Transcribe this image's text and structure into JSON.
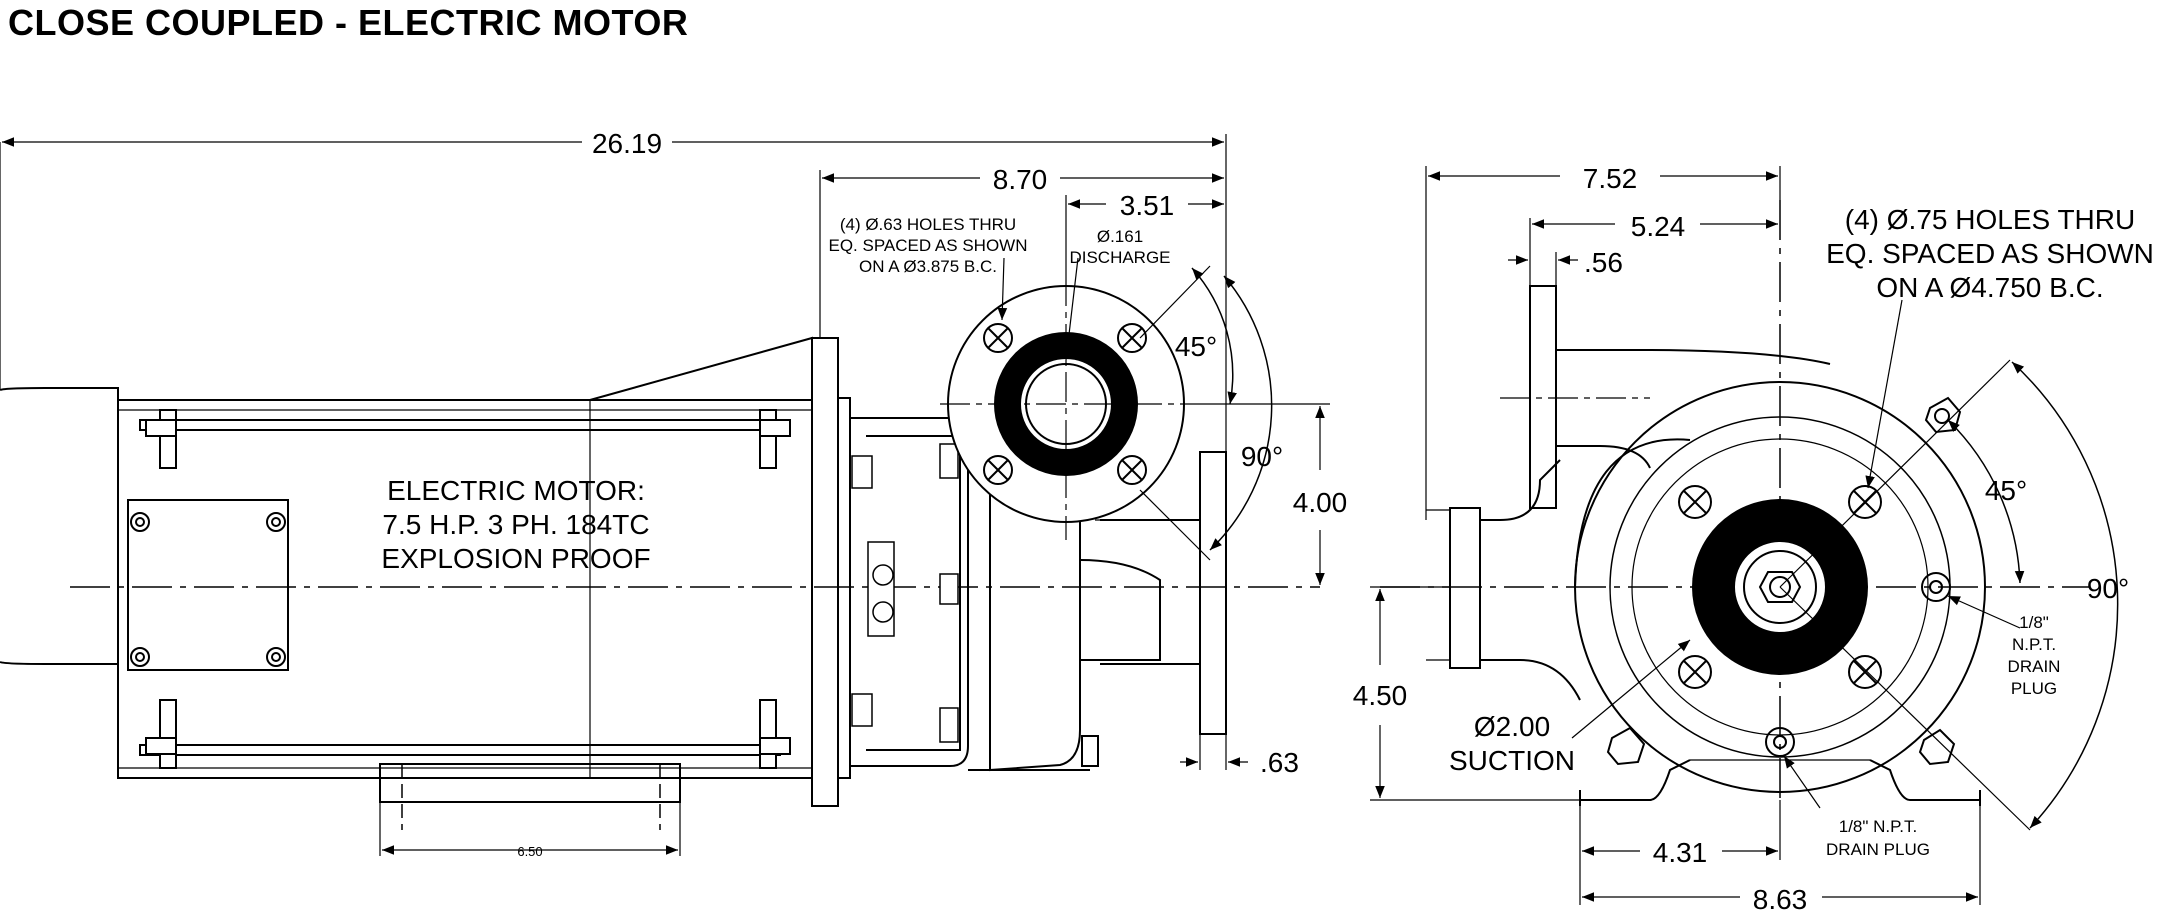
{
  "title": "CLOSE COUPLED - ELECTRIC MOTOR",
  "side_view": {
    "dims": {
      "overall_length": "26.19",
      "head_length": "8.70",
      "discharge_offset": "3.51",
      "discharge_height": "4.00",
      "flange_thickness": ".63",
      "foot_spacing": "6.50"
    },
    "discharge_flange_note": [
      "(4) Ø.63 HOLES THRU",
      "EQ. SPACED AS SHOWN",
      "ON A Ø3.875 B.C."
    ],
    "discharge_note": [
      "Ø.161",
      "DISCHARGE"
    ],
    "angle_45": "45°",
    "angle_90": "90°",
    "motor_label": [
      "ELECTRIC MOTOR:",
      "7.5 H.P. 3 PH. 184TC",
      "EXPLOSION PROOF"
    ]
  },
  "end_view": {
    "dims": {
      "width_752": "7.52",
      "width_524": "5.24",
      "offset_56": ".56",
      "height_450": "4.50",
      "width_431": "4.31",
      "width_863": "8.63"
    },
    "suction_flange_note": [
      "(4) Ø.75 HOLES THRU",
      "EQ. SPACED AS SHOWN",
      "ON A Ø4.750 B.C."
    ],
    "angle_45": "45°",
    "angle_90": "90°",
    "drain_plug_right": [
      "1/8\"",
      "N.P.T.",
      "DRAIN",
      "PLUG"
    ],
    "drain_plug_bottom": [
      "1/8\" N.P.T.",
      "DRAIN PLUG"
    ],
    "suction_label": [
      "Ø2.00",
      "SUCTION"
    ]
  }
}
